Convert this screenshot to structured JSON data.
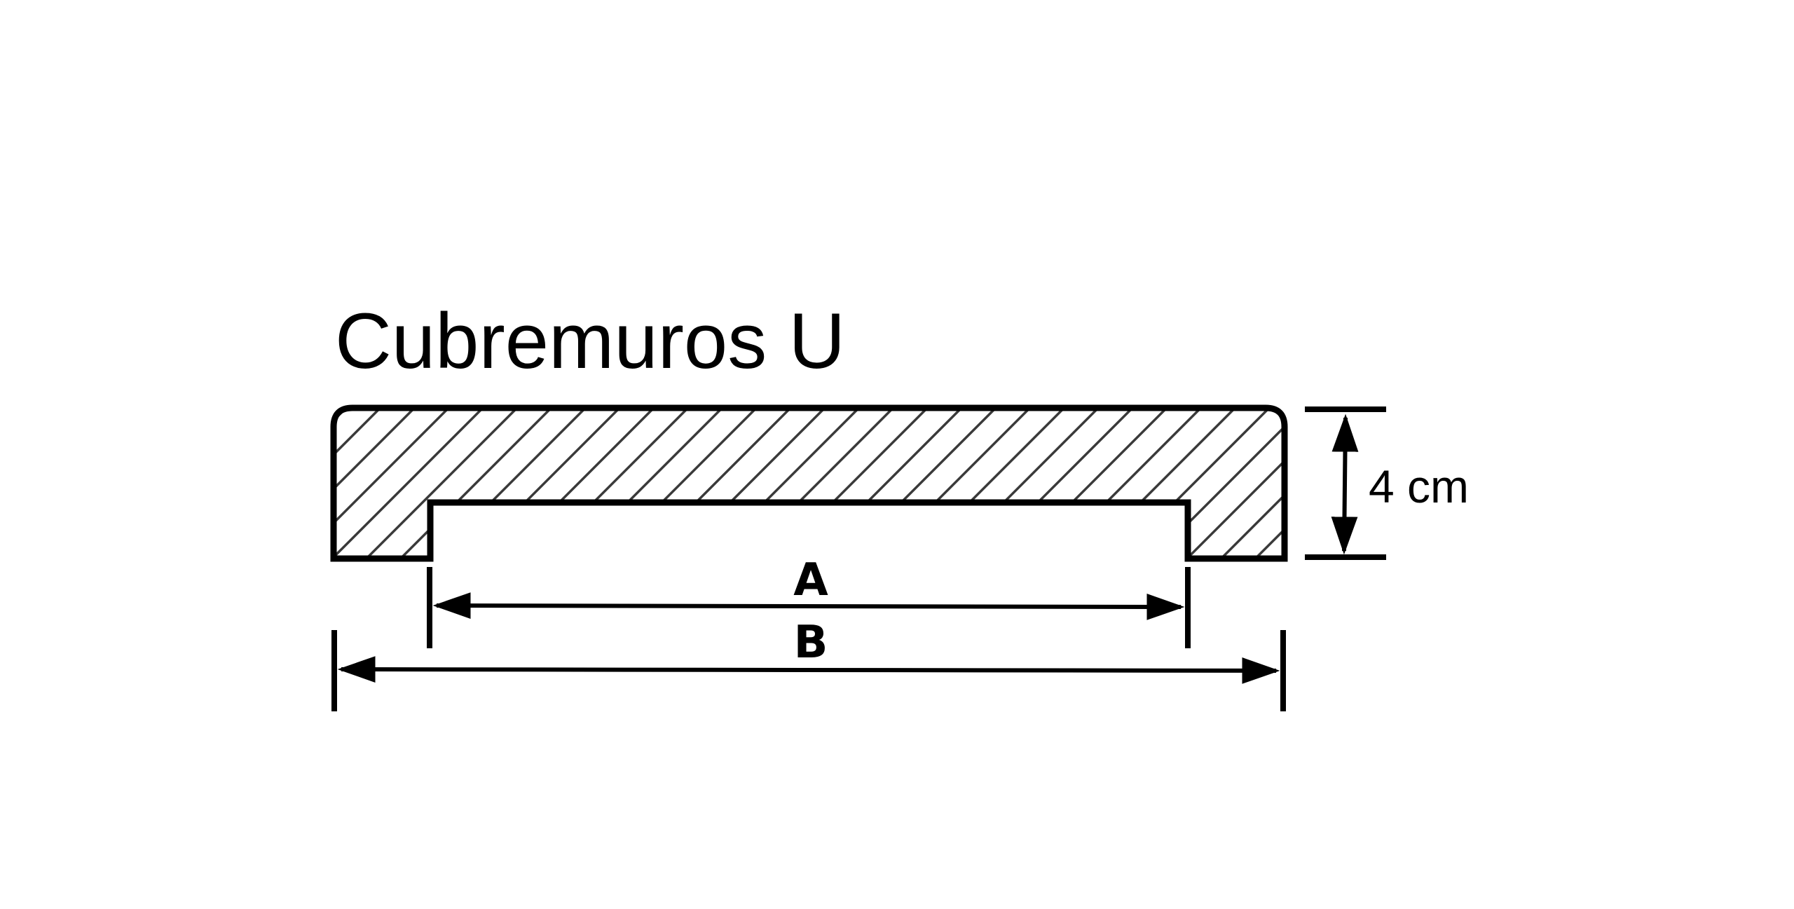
{
  "title": "Cubremuros U",
  "dimensions": {
    "height_label": "4 cm",
    "inner_width_label": "A",
    "outer_width_label": "B"
  },
  "colors": {
    "outline": "#000000",
    "hatch": "#3a3a3a",
    "background": "#ffffff"
  }
}
